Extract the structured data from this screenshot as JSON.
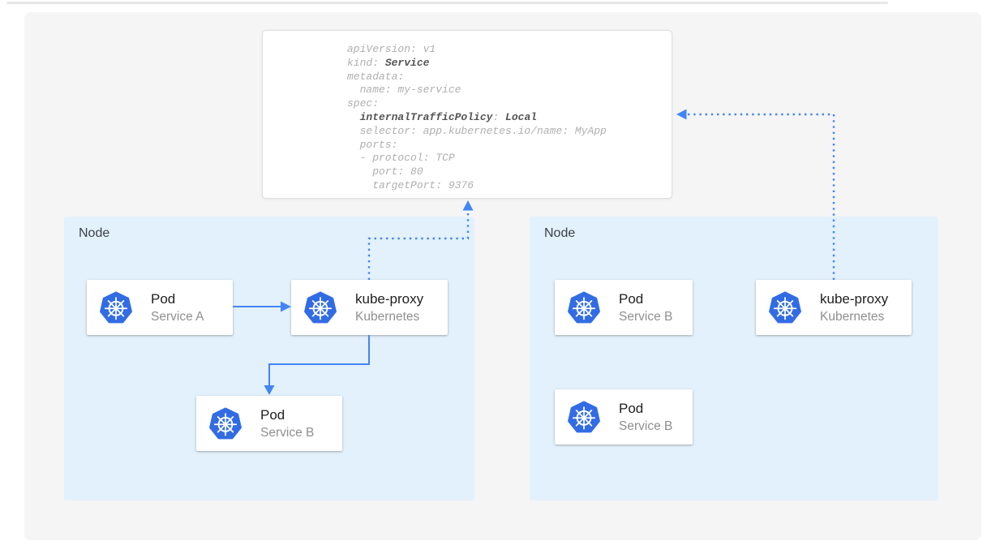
{
  "colors": {
    "accent_blue": "#4285F4",
    "kubernetes_icon_blue": "#326CE5",
    "node_background": "#E3F1FC",
    "canvas_background": "#F5F5F6",
    "card_title_text": "#212121",
    "card_subtitle_text": "#8F8F8F",
    "code_regular_text": "#AFAFAF",
    "code_bold_text": "#555555"
  },
  "code": {
    "lines": [
      [
        {
          "t": "apiVersion: v1",
          "b": false
        }
      ],
      [
        {
          "t": "kind: ",
          "b": false
        },
        {
          "t": "Service",
          "b": true
        }
      ],
      [
        {
          "t": "metadata:",
          "b": false
        }
      ],
      [
        {
          "t": "  name: my-service",
          "b": false
        }
      ],
      [
        {
          "t": "spec:",
          "b": false
        }
      ],
      [
        {
          "t": "  ",
          "b": false
        },
        {
          "t": "internalTrafficPolicy",
          "b": true
        },
        {
          "t": ": ",
          "b": false
        },
        {
          "t": "Local",
          "b": true
        }
      ],
      [
        {
          "t": "  selector: app.kubernetes.io/name: MyApp",
          "b": false
        }
      ],
      [
        {
          "t": "  ports:",
          "b": false
        }
      ],
      [
        {
          "t": "  - protocol: TCP",
          "b": false
        }
      ],
      [
        {
          "t": "    port: 80",
          "b": false
        }
      ],
      [
        {
          "t": "    targetPort: 9376",
          "b": false
        }
      ]
    ]
  },
  "nodes": [
    {
      "label": "Node"
    },
    {
      "label": "Node"
    }
  ],
  "cards": {
    "left_pod_a": {
      "title": "Pod",
      "subtitle": "Service A"
    },
    "left_kube_proxy": {
      "title": "kube-proxy",
      "subtitle": "Kubernetes"
    },
    "left_pod_b": {
      "title": "Pod",
      "subtitle": "Service B"
    },
    "right_pod_b1": {
      "title": "Pod",
      "subtitle": "Service B"
    },
    "right_pod_b2": {
      "title": "Pod",
      "subtitle": "Service B"
    },
    "right_kube_proxy": {
      "title": "kube-proxy",
      "subtitle": "Kubernetes"
    }
  }
}
